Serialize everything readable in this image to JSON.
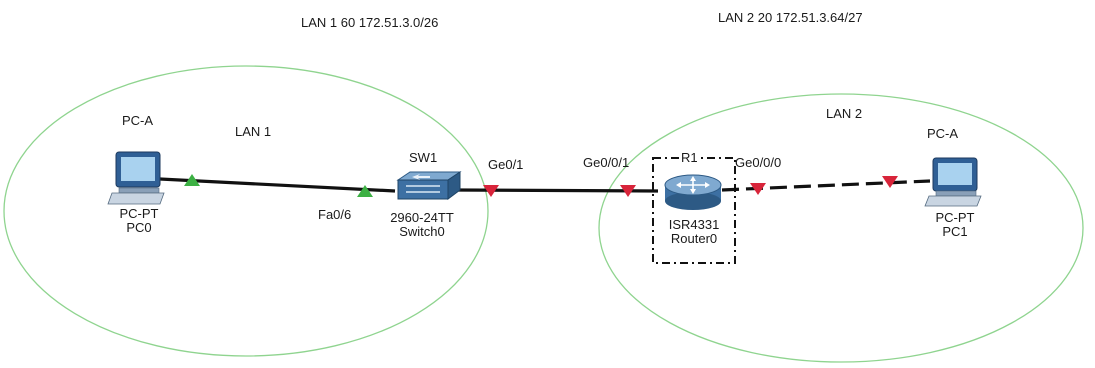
{
  "networks": {
    "lan1_info": "LAN 1  60 172.51.3.0/26",
    "lan2_info": "LAN 2  20 172.51.3.64/27",
    "lan1_name": "LAN 1",
    "lan2_name": "LAN 2"
  },
  "devices": {
    "pc0": {
      "host_label": "PC-A",
      "model": "PC-PT",
      "name": "PC0"
    },
    "switch0": {
      "host_label": "SW1",
      "model": "2960-24TT",
      "name": "Switch0"
    },
    "router0": {
      "host_label": "R1",
      "model": "ISR4331",
      "name": "Router0"
    },
    "pc1": {
      "host_label": "PC-A",
      "model": "PC-PT",
      "name": "PC1"
    }
  },
  "ports": {
    "switch_access": "Fa0/6",
    "switch_uplink": "Ge0/1",
    "router_lan1": "Ge0/0/1",
    "router_lan2": "Ge0/0/0"
  },
  "links": [
    {
      "from": "PC0",
      "to": "Switch0",
      "style": "solid",
      "status": "up"
    },
    {
      "from": "Switch0",
      "to": "Router0",
      "style": "solid",
      "status": "down"
    },
    {
      "from": "Router0",
      "to": "PC1",
      "style": "dashed",
      "status": "down"
    }
  ],
  "colors": {
    "lan_outline": "#8fd48f",
    "link_up": "#3cb043",
    "link_down": "#d8243a",
    "cable": "#111111",
    "device_blue": "#3b6ea5"
  }
}
